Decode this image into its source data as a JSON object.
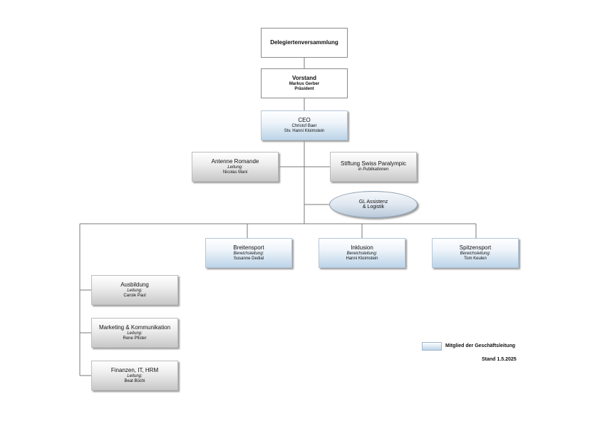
{
  "delegierten": {
    "title": "Delegiertenversammlung"
  },
  "vorstand": {
    "title": "Vorstand",
    "name": "Markus Gerber",
    "role": "Präsident"
  },
  "ceo": {
    "title": "CEO",
    "name": "Christof Baer",
    "deputy": "Stv. Hanni Kloimstein"
  },
  "antenne": {
    "title": "Antenne Romande",
    "role": "Leitung:",
    "name": "Nicolas Mani"
  },
  "stiftung": {
    "title": "Stiftung Swiss Paralympic",
    "note": "in Publikationen"
  },
  "gl": {
    "line1": "GL Assistenz",
    "line2": "& Logistik"
  },
  "breitensport": {
    "title": "Breitensport",
    "role": "Bereichsleitung:",
    "name": "Susanne Dedial"
  },
  "inklusion": {
    "title": "Inklusion",
    "role": "Bereichsleitung:",
    "name": "Hanni Kloimstein"
  },
  "spitzensport": {
    "title": "Spitzensport",
    "role": "Bereichsleitung:",
    "name": "Tom Keulen"
  },
  "ausbildung": {
    "title": "Ausbildung",
    "role": "Leitung:",
    "name": "Carole Paul"
  },
  "marketing": {
    "title": "Marketing & Kommunikation",
    "role": "Leitung:",
    "name": "Rene Pfister"
  },
  "finanzen": {
    "title": "Finanzen, IT, HRM",
    "role": "Leitung:",
    "name": "Beat Büchi"
  },
  "legend": {
    "label": "Mitglied der Geschäftsleitung"
  },
  "stand": "Stand 1.5.2025"
}
